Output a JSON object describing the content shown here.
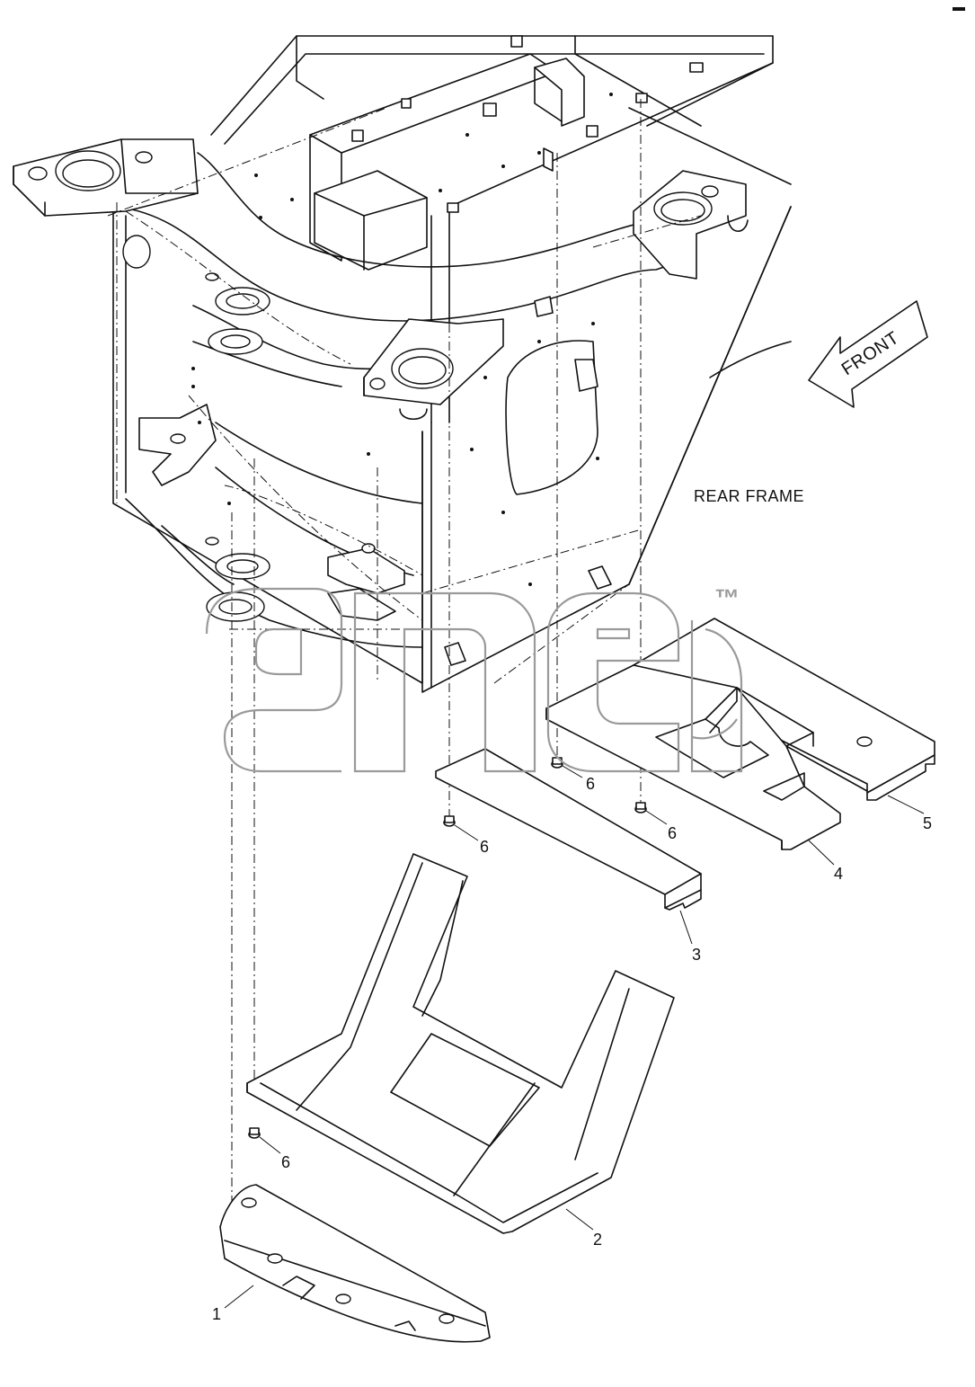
{
  "title": "REAR FRAME",
  "direction_label": "FRONT",
  "watermark_mark": "™",
  "parts": [
    {
      "callout": "1"
    },
    {
      "callout": "2"
    },
    {
      "callout": "3"
    },
    {
      "callout": "4"
    },
    {
      "callout": "5"
    },
    {
      "callout": "6"
    }
  ],
  "fasteners": [
    {
      "callout": "6"
    },
    {
      "callout": "6"
    },
    {
      "callout": "6"
    },
    {
      "callout": "6"
    }
  ]
}
